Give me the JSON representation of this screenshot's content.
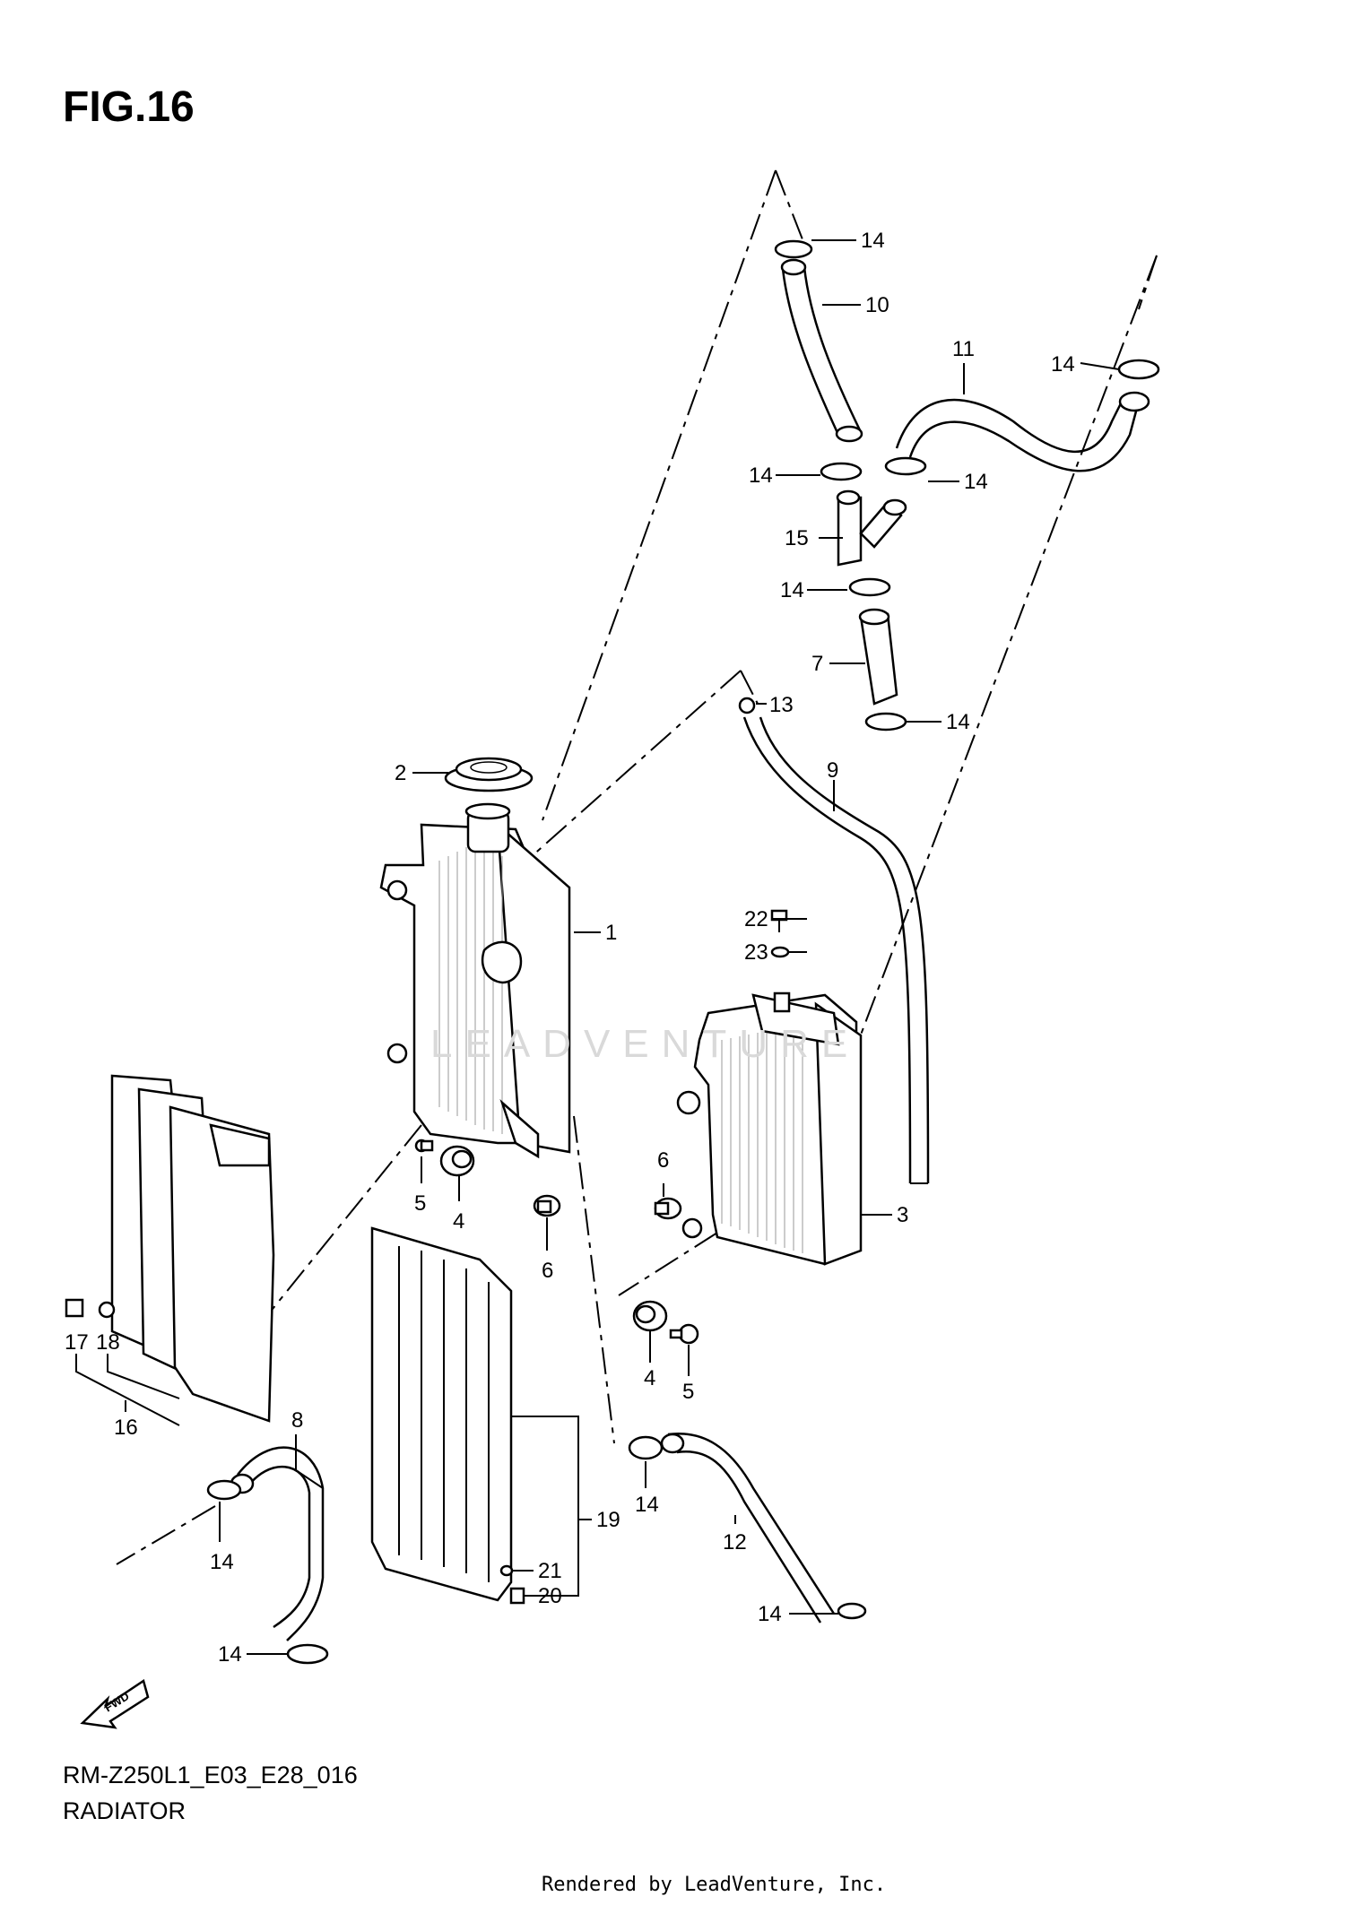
{
  "figure": {
    "title": "FIG.16",
    "code": "RM-Z250L1_E03_E28_016",
    "caption": "RADIATOR",
    "footer": "Rendered by LeadVenture, Inc.",
    "watermark": "LEADVENTURE"
  },
  "callouts": [
    {
      "id": "c1",
      "label": "1",
      "part": "radiator-left"
    },
    {
      "id": "c2",
      "label": "2",
      "part": "radiator-cap"
    },
    {
      "id": "c3",
      "label": "3",
      "part": "radiator-right"
    },
    {
      "id": "c4a",
      "label": "4",
      "part": "grommet"
    },
    {
      "id": "c4b",
      "label": "4",
      "part": "grommet"
    },
    {
      "id": "c5a",
      "label": "5",
      "part": "collar-bolt"
    },
    {
      "id": "c5b",
      "label": "5",
      "part": "collar-bolt"
    },
    {
      "id": "c6a",
      "label": "6",
      "part": "cushion"
    },
    {
      "id": "c6b",
      "label": "6",
      "part": "cushion"
    },
    {
      "id": "c7",
      "label": "7",
      "part": "hose"
    },
    {
      "id": "c8",
      "label": "8",
      "part": "hose"
    },
    {
      "id": "c9",
      "label": "9",
      "part": "breather-hose"
    },
    {
      "id": "c10",
      "label": "10",
      "part": "hose"
    },
    {
      "id": "c11",
      "label": "11",
      "part": "hose"
    },
    {
      "id": "c12",
      "label": "12",
      "part": "hose"
    },
    {
      "id": "c13",
      "label": "13",
      "part": "clamp"
    },
    {
      "id": "c14a",
      "label": "14",
      "part": "hose-clamp"
    },
    {
      "id": "c14b",
      "label": "14",
      "part": "hose-clamp"
    },
    {
      "id": "c14c",
      "label": "14",
      "part": "hose-clamp"
    },
    {
      "id": "c14d",
      "label": "14",
      "part": "hose-clamp"
    },
    {
      "id": "c14e",
      "label": "14",
      "part": "hose-clamp"
    },
    {
      "id": "c14f",
      "label": "14",
      "part": "hose-clamp"
    },
    {
      "id": "c14g",
      "label": "14",
      "part": "hose-clamp"
    },
    {
      "id": "c14h",
      "label": "14",
      "part": "hose-clamp"
    },
    {
      "id": "c14i",
      "label": "14",
      "part": "hose-clamp"
    },
    {
      "id": "c14j",
      "label": "14",
      "part": "hose-clamp"
    },
    {
      "id": "c15",
      "label": "15",
      "part": "joint"
    },
    {
      "id": "c16",
      "label": "16",
      "part": "louver-assy"
    },
    {
      "id": "c17",
      "label": "17",
      "part": "nut"
    },
    {
      "id": "c18",
      "label": "18",
      "part": "cushion"
    },
    {
      "id": "c19",
      "label": "19",
      "part": "guard"
    },
    {
      "id": "c20",
      "label": "20",
      "part": "nut"
    },
    {
      "id": "c21",
      "label": "21",
      "part": "screw"
    },
    {
      "id": "c22",
      "label": "22",
      "part": "bolt"
    },
    {
      "id": "c23",
      "label": "23",
      "part": "gasket"
    }
  ],
  "fwd_marker": "FWD"
}
